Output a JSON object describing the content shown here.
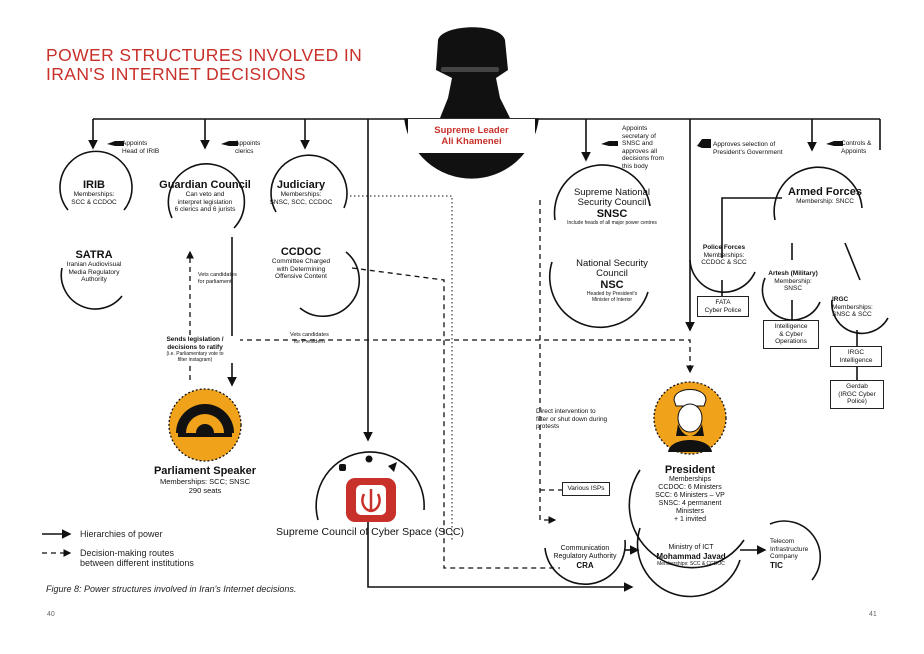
{
  "title": {
    "line1": "POWER STRUCTURES INVOLVED IN",
    "line2": "IRAN'S INTERNET DECISIONS"
  },
  "leader": {
    "line1": "Supreme Leader",
    "line2": "Ali Khamenei"
  },
  "annotations": {
    "appoints_irib": [
      "Appoints",
      "Head of IRIB"
    ],
    "appoints_clerics": [
      "Appoints",
      "clerics"
    ],
    "appoints_snsc": [
      "Appoints",
      "secretary of",
      "SNSC and",
      "approves all",
      "decisions from",
      "this body"
    ],
    "approves_president": [
      "Approves selection of",
      "President's Government"
    ],
    "controls": [
      "Controls &",
      "Appoints"
    ],
    "vets_parliament": [
      "Vets candidates",
      "for parliament"
    ],
    "vets_president": [
      "Vets candidates",
      "for President"
    ],
    "sends_legislation": [
      "Sends legislation /",
      "decisions to ratify"
    ],
    "sends_legislation_note": [
      "(i.e. Parliamentary vote to",
      "filter instagram)"
    ],
    "direct_intervention": [
      "Direct intervention to",
      "filter or shut down during",
      "protests"
    ]
  },
  "nodes": {
    "irib": {
      "name": "IRIB",
      "desc": [
        "Memberships:",
        "SCC & CCDOC"
      ]
    },
    "satra": {
      "name": "SATRA",
      "desc": [
        "Iranian Audiovisual",
        "Media Regulatory",
        "Authority"
      ]
    },
    "guardian": {
      "name": "Guardian Council",
      "desc": [
        "Can veto and",
        "interpret legislation",
        "6 clerics and 6 jurists"
      ]
    },
    "judiciary": {
      "name": "Judiciary",
      "desc": [
        "Memberships:",
        "SNSC, SCC, CCDOC"
      ]
    },
    "ccdoc": {
      "name": "CCDOC",
      "desc": [
        "Committee Charged",
        "with Determining",
        "Offensive Content"
      ]
    },
    "parliament": {
      "name": "Parliament Speaker",
      "desc": [
        "Memberships: SCC; SNSC",
        "290 seats"
      ]
    },
    "scc": {
      "name": "Supreme Council of Cyber Space (SCC)"
    },
    "snsc": {
      "name_pre": [
        "Supreme National",
        "Security Council"
      ],
      "name": "SNSC",
      "desc": [
        "Include heads of all major power centres"
      ]
    },
    "nsc": {
      "name_pre": [
        "National Security",
        "Council"
      ],
      "name": "NSC",
      "desc": [
        "Headed by President's",
        "Minister of Interior"
      ]
    },
    "armed": {
      "name": "Armed Forces",
      "desc": [
        "Membership: SNCC"
      ]
    },
    "police": {
      "name": "Police Forces",
      "desc": [
        "Memberships:",
        "CCDOC & SCC"
      ]
    },
    "artesh": {
      "name": "Artesh (Military)",
      "desc": [
        "Membership:",
        "SNSC"
      ]
    },
    "irgc": {
      "name": "IRGC",
      "desc": [
        "Memberships:",
        "SNSC & SCC"
      ]
    },
    "president": {
      "name": "President",
      "desc": [
        "Memberships",
        "CCDOC: 6 Ministers",
        "SCC: 6 Ministers – VP",
        "SNSC: 4 permanent",
        "Ministers",
        "+ 1 invited"
      ]
    },
    "ict": {
      "name_pre": "Ministry of ICT",
      "name": "Mohammad Javad",
      "desc": [
        "Memberships: SCC & CCDOC"
      ]
    },
    "cra": {
      "name_pre": [
        "Communication",
        "Regulatory Authority"
      ],
      "name": "CRA"
    },
    "tic": {
      "name_pre": [
        "Telecom",
        "Infrastructure",
        "Company"
      ],
      "name": "TIC"
    }
  },
  "boxes": {
    "fata": [
      "FATA",
      "Cyber Police"
    ],
    "intel": [
      "Intelligence",
      "& Cyber",
      "Operations"
    ],
    "irgc_intel": [
      "IRGC",
      "Intelligence"
    ],
    "gerdab": [
      "Gerdab",
      "(IRGC Cyber",
      "Police)"
    ],
    "isps": [
      "Various ISPs"
    ]
  },
  "legend": {
    "solid": "Hierarchies of power",
    "dashed": [
      "Decision-making routes",
      "between different institutions"
    ]
  },
  "caption": "Figure 8: Power structures involved in Iran's Internet decisions.",
  "pages": {
    "left": "40",
    "right": "41"
  },
  "colors": {
    "accent_red": "#c8302a",
    "gold": "#f0a21b",
    "ink": "#111111"
  }
}
